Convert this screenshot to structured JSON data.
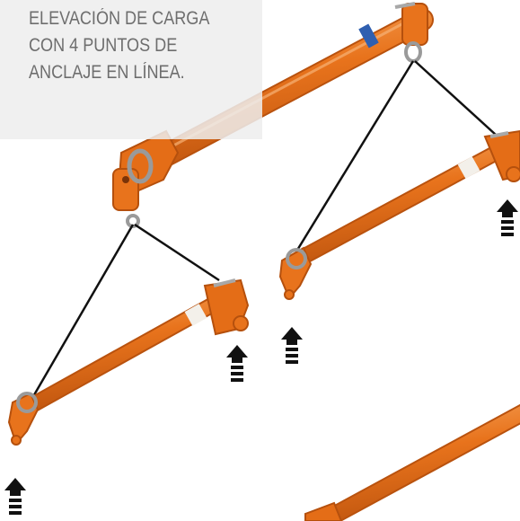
{
  "caption": {
    "lines": [
      "ELEVACIÓN DE CARGA",
      "CON 4 PUNTOS DE",
      "ANCLAJE EN LÍNEA."
    ]
  },
  "colors": {
    "beam": "#e8731c",
    "beam_dark": "#c45a10",
    "beam_light": "#f49a4c",
    "collar": "#f3f0ea",
    "collar_blue": "#2f5fb0",
    "chain": "#a8a8a8",
    "sling": "#111111",
    "arrow": "#111111",
    "caption_bg": "#eeeeee",
    "caption_text": "#6e6e6e"
  },
  "icons": [
    "lift-arrow-icon",
    "shackle-icon",
    "swivel-hook-icon"
  ]
}
